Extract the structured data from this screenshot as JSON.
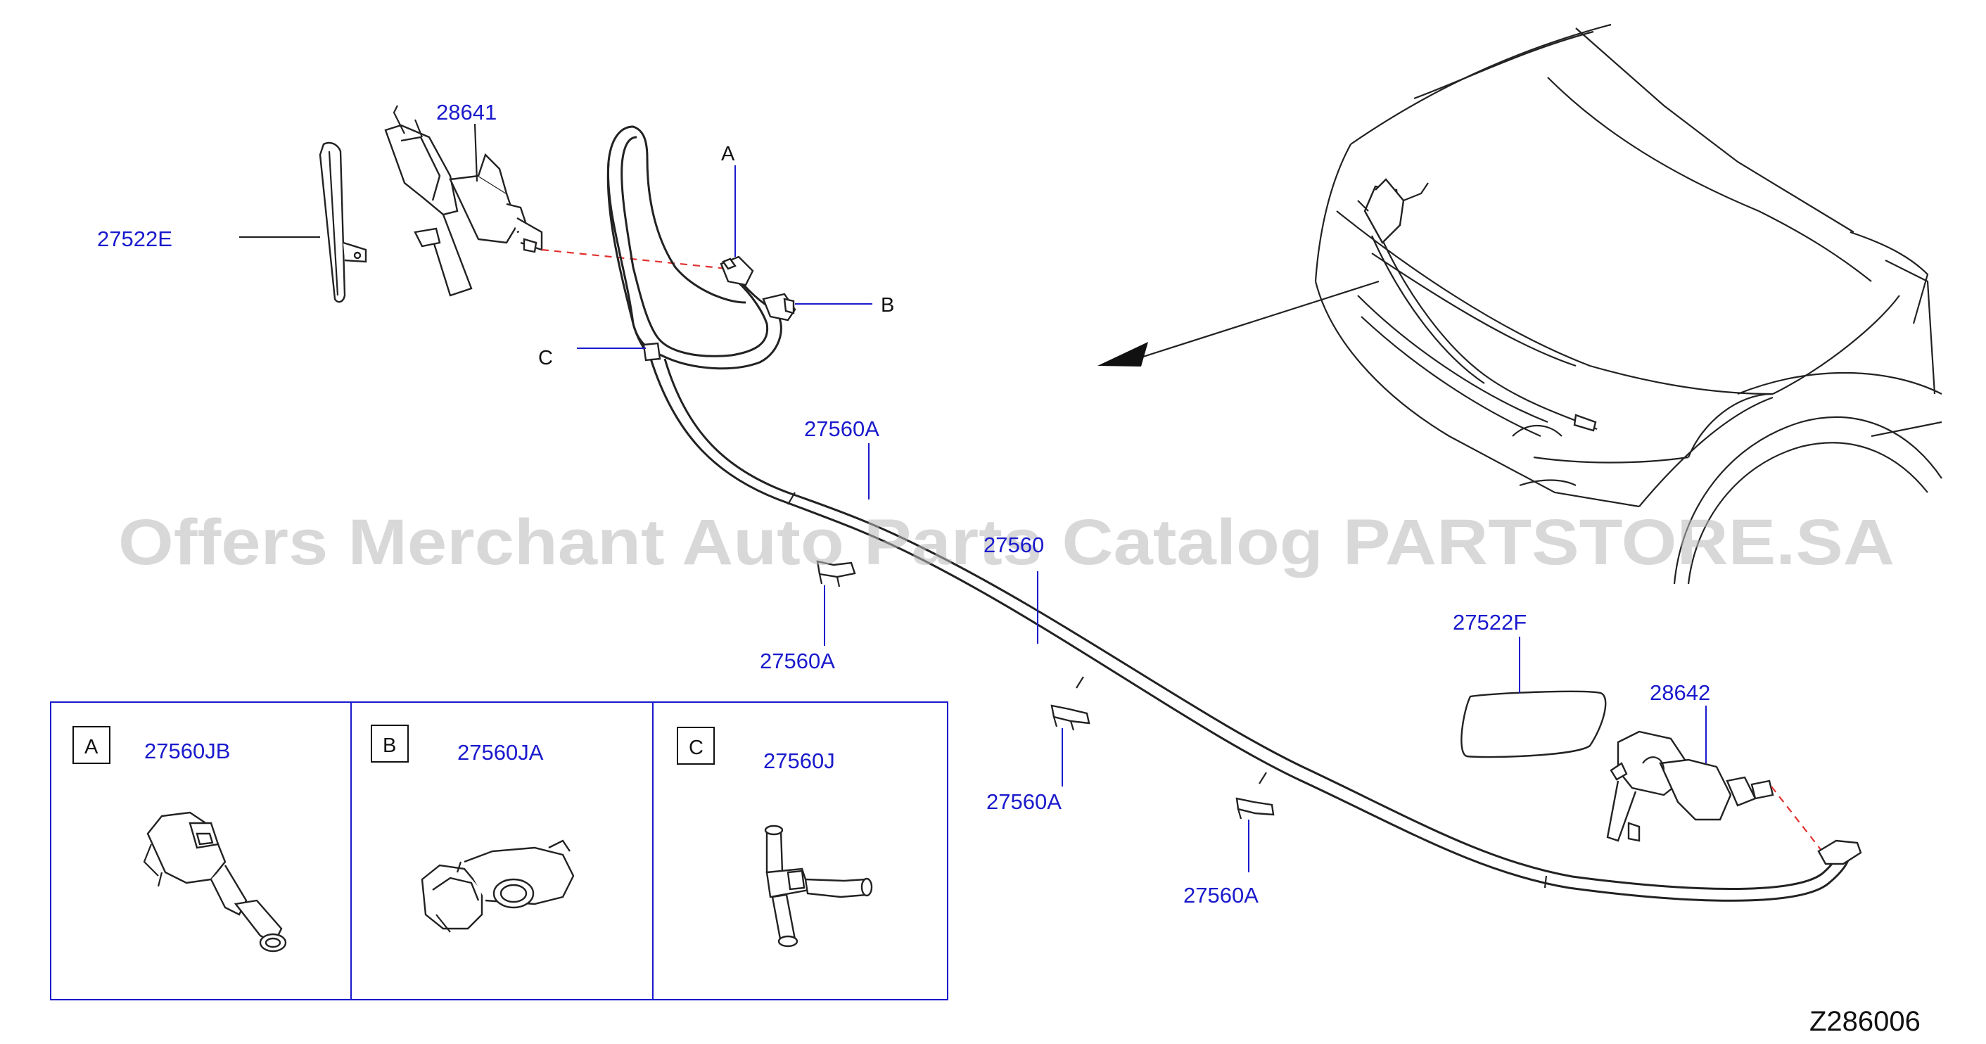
{
  "diagram_code": "Z286006",
  "watermark": "Offers Merchant Auto Parts Catalog PARTSTORE.SA",
  "colors": {
    "part_number": "#1a1acd",
    "line": "#222222",
    "dash": "#e23030",
    "watermark": "#b9b9b9"
  },
  "labels": {
    "p28641": "28641",
    "p27522E": "27522E",
    "p27560A_top": "27560A",
    "p27560": "27560",
    "p27560A_1": "27560A",
    "p27560A_2": "27560A",
    "p27560A_3": "27560A",
    "p27522F": "27522F",
    "p28642": "28642"
  },
  "callouts": {
    "a": "A",
    "b": "B",
    "c": "C"
  },
  "inset_panels": [
    {
      "letter": "A",
      "part": "27560JB"
    },
    {
      "letter": "B",
      "part": "27560JA"
    },
    {
      "letter": "C",
      "part": "27560J"
    }
  ]
}
